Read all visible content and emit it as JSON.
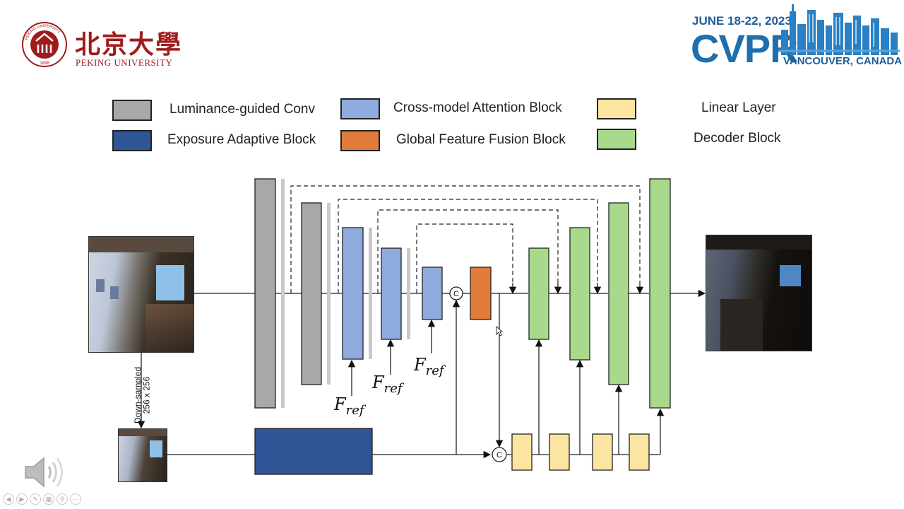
{
  "header": {
    "university_cn": "北京大學",
    "university_en": "PEKING UNIVERSITY",
    "logo_ring_text": "PEKING UNIVERSITY",
    "logo_year": "1898",
    "conference_date": "JUNE 18-22, 2023",
    "conference_name": "CVPR",
    "conference_location": "VANCOUVER, CANADA"
  },
  "legend": [
    {
      "label": "Luminance-guided Conv",
      "color": "#a9a7a8"
    },
    {
      "label": "Exposure Adaptive Block",
      "color": "#2f5597"
    },
    {
      "label": "Cross-model Attention Block",
      "color": "#8faadc"
    },
    {
      "label": "Global Feature Fusion Block",
      "color": "#e07b39"
    },
    {
      "label": "Linear Layer",
      "color": "#fbe5a0"
    },
    {
      "label": "Decoder Block",
      "color": "#a9d98b"
    }
  ],
  "diagram": {
    "fref_main": "F",
    "fref_sub": "ref",
    "downsample_line1": "Down-sampled",
    "downsample_line2": "256 x 256",
    "concat_symbol": "C"
  },
  "toolbar": {
    "icons": [
      "previous-icon",
      "play-icon",
      "pen-icon",
      "slides-icon",
      "zoom-icon",
      "more-icon"
    ]
  }
}
